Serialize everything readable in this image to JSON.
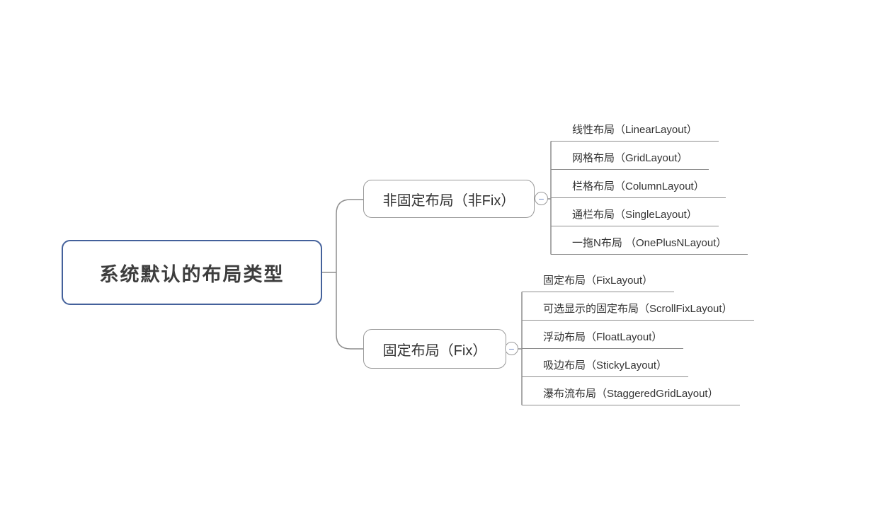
{
  "root": {
    "label": "系统默认的布局类型"
  },
  "branches": [
    {
      "label": "非固定布局（非Fix）",
      "collapse_icon": "−",
      "children": [
        "线性布局（LinearLayout）",
        "网格布局（GridLayout）",
        "栏格布局（ColumnLayout）",
        "通栏布局（SingleLayout）",
        "一拖N布局 （OnePlusNLayout）"
      ]
    },
    {
      "label": "固定布局（Fix）",
      "collapse_icon": "−",
      "children": [
        "固定布局（FixLayout）",
        "可选显示的固定布局（ScrollFixLayout）",
        "浮动布局（FloatLayout）",
        "吸边布局（StickyLayout）",
        "瀑布流布局（StaggeredGridLayout）"
      ]
    }
  ],
  "colors": {
    "root_border": "#44619b",
    "branch_border": "#999999",
    "connector_line": "#8e8e8e",
    "collapse_minus": "#7b8fc7",
    "text": "#333333"
  }
}
